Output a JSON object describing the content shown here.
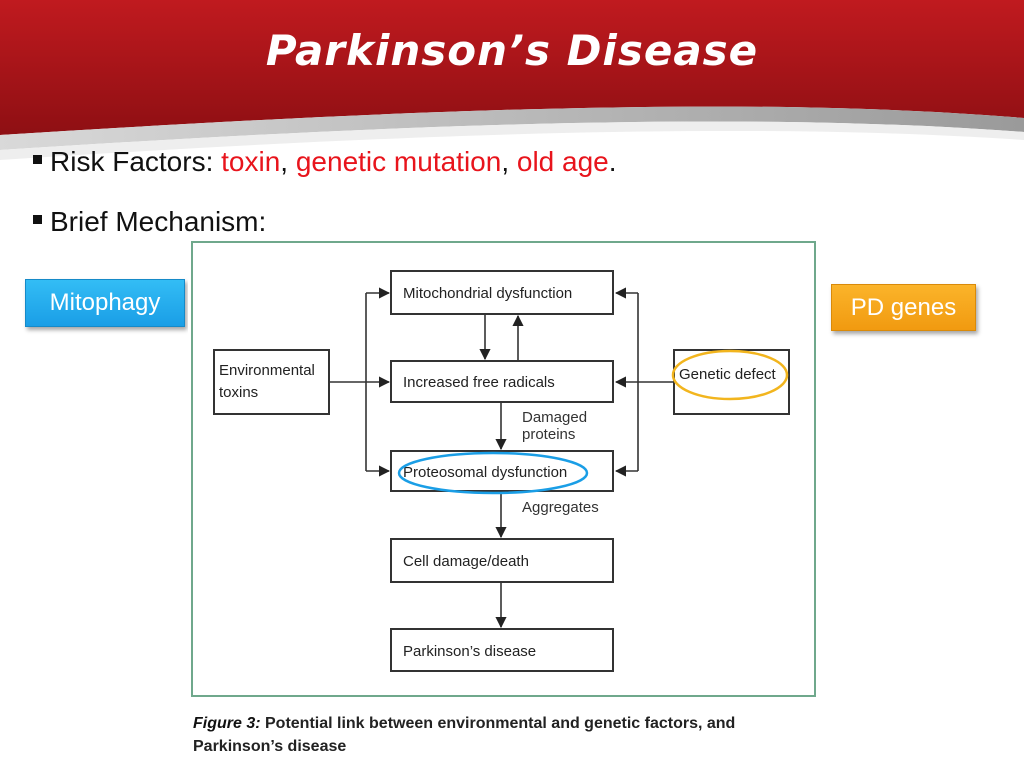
{
  "slide": {
    "title": "Parkinson’s Disease",
    "bullets": {
      "risk_label": "Risk Factors: ",
      "risk_items": [
        "toxin",
        "genetic mutation",
        "old age"
      ],
      "risk_sep1": ", ",
      "risk_sep2": ", ",
      "risk_end": ".",
      "mechanism_label": "Brief Mechanism:"
    },
    "callouts": {
      "mitophagy": "Mitophagy",
      "pd_genes": "PD genes"
    }
  },
  "figure": {
    "nodes": {
      "mito": "Mitochondrial dysfunction",
      "env_line1": "Environmental",
      "env_line2": "toxins",
      "radicals": "Increased free radicals",
      "genetic": "Genetic defect",
      "proteo": "Proteosomal dysfunction",
      "cell": "Cell damage/death",
      "pd": "Parkinson’s disease"
    },
    "edge_labels": {
      "damaged_1": "Damaged",
      "damaged_2": "proteins",
      "aggregates": "Aggregates"
    },
    "caption_prefix": "Figure 3:",
    "caption_text": " Potential link between environmental and genetic factors, and Parkinson’s disease"
  },
  "colors": {
    "header_red": "#b0151b",
    "risk_red": "#e8141c",
    "highlight_blue": "#1a9ee6",
    "highlight_yellow": "#f2b51e"
  }
}
